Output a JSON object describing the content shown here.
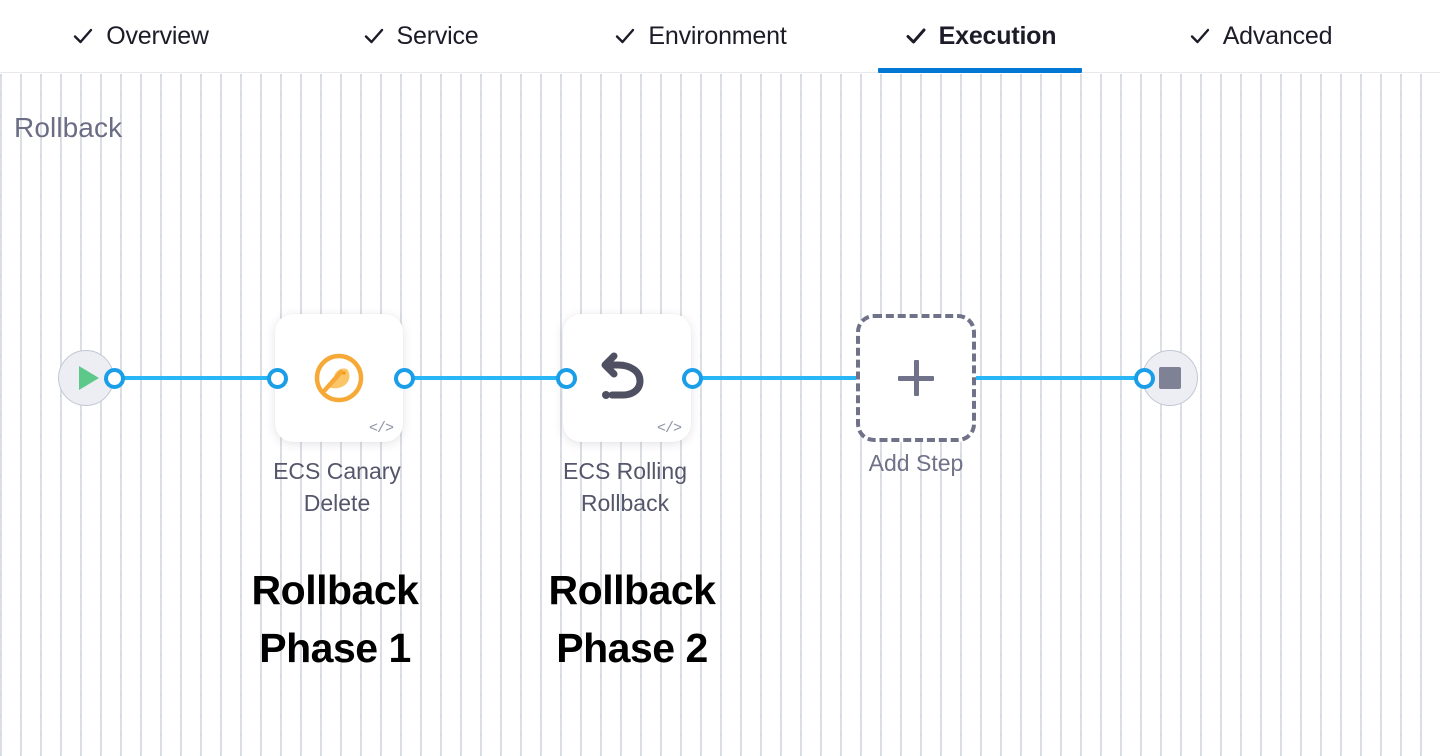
{
  "header": {
    "tabs": [
      {
        "label": "Overview",
        "icon": "check-icon",
        "active": false
      },
      {
        "label": "Service",
        "icon": "check-icon",
        "active": false
      },
      {
        "label": "Environment",
        "icon": "check-icon",
        "active": false
      },
      {
        "label": "Execution",
        "icon": "check-icon",
        "active": true
      },
      {
        "label": "Advanced",
        "icon": "check-icon",
        "active": false
      }
    ],
    "active_tab": "Execution",
    "active_underline_color": "#0278d5"
  },
  "canvas": {
    "stage_title": "Rollback",
    "stage_title_color": "#6b6d85",
    "grid": "dotted",
    "connector_color": "#29b6f6",
    "port_color": "#1a9ee8"
  },
  "pipeline": {
    "start_node": {
      "icon": "play-icon",
      "icon_color": "#5cc98a",
      "fill": "#eceef3"
    },
    "end_node": {
      "icon": "stop-icon",
      "icon_color": "#7f8195",
      "fill": "#eceef3"
    },
    "steps": [
      {
        "label": "ECS Canary\nDelete",
        "label_line1": "ECS Canary",
        "label_line2": "Delete",
        "icon": "canary-bird-icon",
        "icon_color": "#f5a623",
        "badge": "code-icon",
        "badge_glyph": "</>"
      },
      {
        "label": "ECS Rolling\nRollback",
        "label_line1": "ECS Rolling",
        "label_line2": "Rollback",
        "icon": "rollback-arrow-icon",
        "icon_color": "#4f5162",
        "badge": "code-icon",
        "badge_glyph": "</>"
      }
    ],
    "add_step": {
      "label": "Add Step",
      "icon": "plus-icon",
      "color": "#6f7288"
    }
  },
  "annotations": [
    {
      "text": "Rollback\nPhase 1",
      "color": "#000000"
    },
    {
      "text": "Rollback\nPhase 2",
      "color": "#000000"
    }
  ]
}
